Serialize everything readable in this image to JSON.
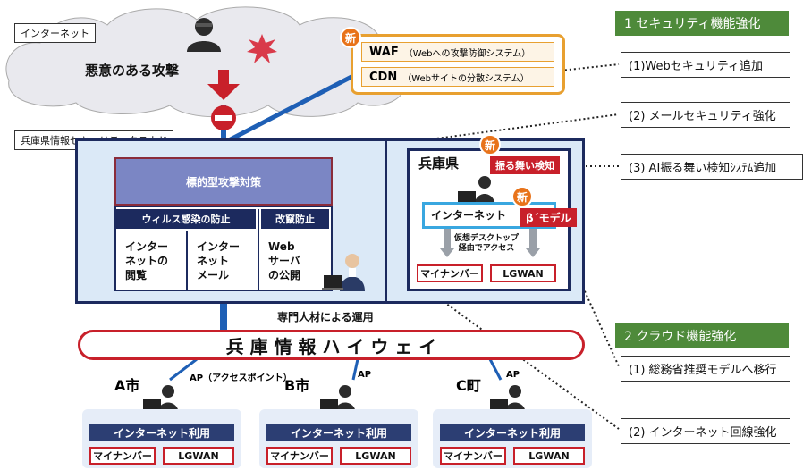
{
  "internet": {
    "box_label": "インターネット",
    "attack_label": "悪意のある攻撃",
    "new_badge": "新",
    "waf": {
      "name": "WAF",
      "desc": "（Webへの攻撃防御システム）"
    },
    "cdn": {
      "name": "CDN",
      "desc": "（Webサイトの分散システム）"
    }
  },
  "cloud": {
    "title": "兵庫県情報セキュリティクラウド",
    "targeted_defense": "標的型攻撃対策",
    "virus_header": "ウィルス感染の防止",
    "tamper_header": "改竄防止",
    "col1": "インター\nネットの\n閲覧",
    "col2": "インター\nネット\nメール",
    "col3": "Web\nサーバ\nの公開",
    "operation": "専門人材による運用"
  },
  "prefecture": {
    "name": "兵庫県",
    "new_badge": "新",
    "behavior_tag": "振る舞い検知",
    "internet": "インターネット",
    "new_badge2": "新",
    "beta_model": "β´モデル",
    "virtual_desktop": "仮想デスクトップ\n経由でアクセス",
    "mynumber": "マイナンバー",
    "lgwan": "LGWAN"
  },
  "highway": "兵 庫 情 報 ハ イ ウ ェ イ",
  "municipalities": [
    {
      "name": "A市",
      "ap": "AP（アクセスポイント）",
      "use": "インターネット利用",
      "mynumber": "マイナンバー",
      "lgwan": "LGWAN"
    },
    {
      "name": "B市",
      "ap": "AP",
      "use": "インターネット利用",
      "mynumber": "マイナンバー",
      "lgwan": "LGWAN"
    },
    {
      "name": "C町",
      "ap": "AP",
      "use": "インターネット利用",
      "mynumber": "マイナンバー",
      "lgwan": "LGWAN"
    }
  ],
  "right_panel": {
    "section1": "1  セキュリティ機能強化",
    "item1_1": "(1)Webセキュリティ追加",
    "item1_2": "(2) メールセキュリティ強化",
    "item1_3": "(3) AI振る舞い検知ｼｽﾃﾑ追加",
    "section2": "2  クラウド機能強化",
    "item2_1": "(1) 総務省推奨モデルへ移行",
    "item2_2": "(2) インターネット回線強化"
  },
  "colors": {
    "dark_blue": "#1c2a5e",
    "light_blue": "#dbe9f7",
    "accent_red": "#c8202a",
    "orange": "#e8731a",
    "green": "#4e8a3a",
    "purple": "#7b86c4"
  }
}
